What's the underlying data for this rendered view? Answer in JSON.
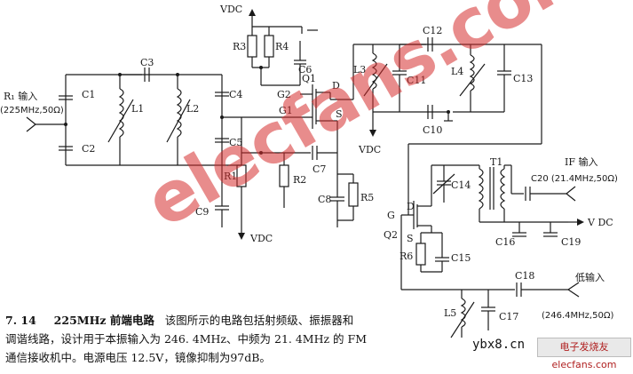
{
  "labels": {
    "vdc_top": "VDC",
    "r3": "R3",
    "r4": "R4",
    "c6": "C6",
    "g2": "G2",
    "q1": "Q1",
    "d1": "D",
    "g1": "G1",
    "s1": "S",
    "rf_in": "R₁ 输入",
    "rf_in_spec": "(225MHz,50Ω)",
    "c1": "C1",
    "c2": "C2",
    "c3": "C3",
    "l1": "L1",
    "l2": "L2",
    "c4": "C4",
    "c5": "C5",
    "r1": "R1",
    "r2": "R2",
    "c9": "C9",
    "vdc_bottom": "VDC",
    "c7": "C7",
    "c8": "C8",
    "r5": "R5",
    "l3": "L3",
    "c11": "C11",
    "l4": "L4",
    "c12": "C12",
    "c13": "C13",
    "c10": "C10",
    "vdc_mid": "VDC",
    "t1": "T1",
    "c14": "C14",
    "g_q2": "G",
    "d_q2": "D",
    "s_q2": "S",
    "q2": "Q2",
    "if_out": "IF 输入",
    "c20_spec": "C20 (21.4MHz,50Ω)",
    "vdc_right": "V DC",
    "c16": "C16",
    "c19": "C19",
    "r6": "R6",
    "c15": "C15",
    "c18": "C18",
    "lo_in": "低输入",
    "l5": "L5",
    "c17": "C17",
    "lo_spec": "(246.4MHz,50Ω)"
  },
  "caption": {
    "number": "7. 14",
    "title": "225MHz 前端电路",
    "line1": "该图所示的电路包括射频级、振振器和",
    "line2": "调谐线路，设计用于本振输入为 246. 4MHz、中频为 21. 4MHz 的 FM",
    "line3": "通信接收机中。电源电压 12.5V，镜像抑制为97dB。"
  },
  "watermark": "elecfans.com",
  "site": "ybx8.cn",
  "logo": "电子发烧友 elecfans.com"
}
